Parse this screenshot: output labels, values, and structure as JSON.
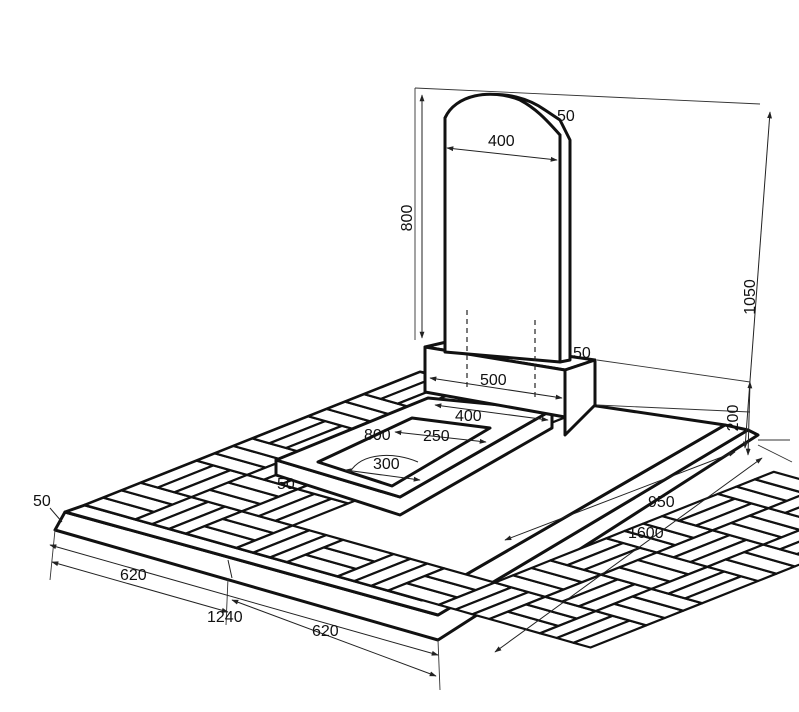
{
  "dimensions": {
    "stele_height": "800",
    "stele_width": "400",
    "stele_thickness": "50",
    "total_height": "1050",
    "base_thickness": "50",
    "base_width": "500",
    "base_height": "200",
    "flowerbed_width": "400",
    "flowerbed_length": "800",
    "flowerbed_opening_length": "250",
    "flowerbed_opening_width": "300",
    "flowerbed_rim": "50",
    "border_width": "50",
    "tile_front_left": "620",
    "tile_front_right": "620",
    "plot_width": "1240",
    "side_inner": "950",
    "plot_length": "1600"
  }
}
